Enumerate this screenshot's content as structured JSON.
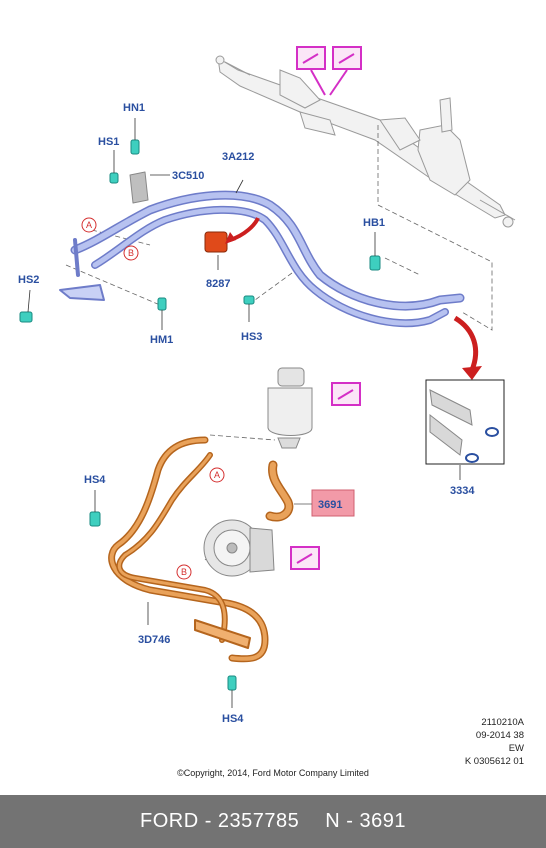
{
  "callouts": {
    "hn1": "HN1",
    "hs1": "HS1",
    "c510": "3C510",
    "a212": "3A212",
    "hb1": "HB1",
    "hs2": "HS2",
    "hm1": "HM1",
    "p8287": "8287",
    "hs3": "HS3",
    "p3334": "3334",
    "hs4_top": "HS4",
    "p3691": "3691",
    "d746": "3D746",
    "hs4_bottom": "HS4"
  },
  "markers": {
    "a": "A",
    "b": "B"
  },
  "meta": {
    "line1": "2110210A",
    "line2": "09-2014 38",
    "line3": "EW",
    "line4": "K 0305612 01"
  },
  "copyright": "©Copyright, 2014, Ford Motor Company Limited",
  "footer": {
    "left": "FORD - 2357785",
    "right": "N - 3691"
  },
  "colors": {
    "callout_text": "#2a4fa0",
    "marker": "#d43030",
    "magenta": "#d42fc6",
    "hose_blue": "#9aa8e6",
    "hose_orange": "#d98a3a",
    "highlight_box": "#f29aa8",
    "footer_bg": "#737373"
  },
  "icons": [
    "notes-reference-icon",
    "bolt-fastener-icon",
    "arrow-callout-icon"
  ]
}
